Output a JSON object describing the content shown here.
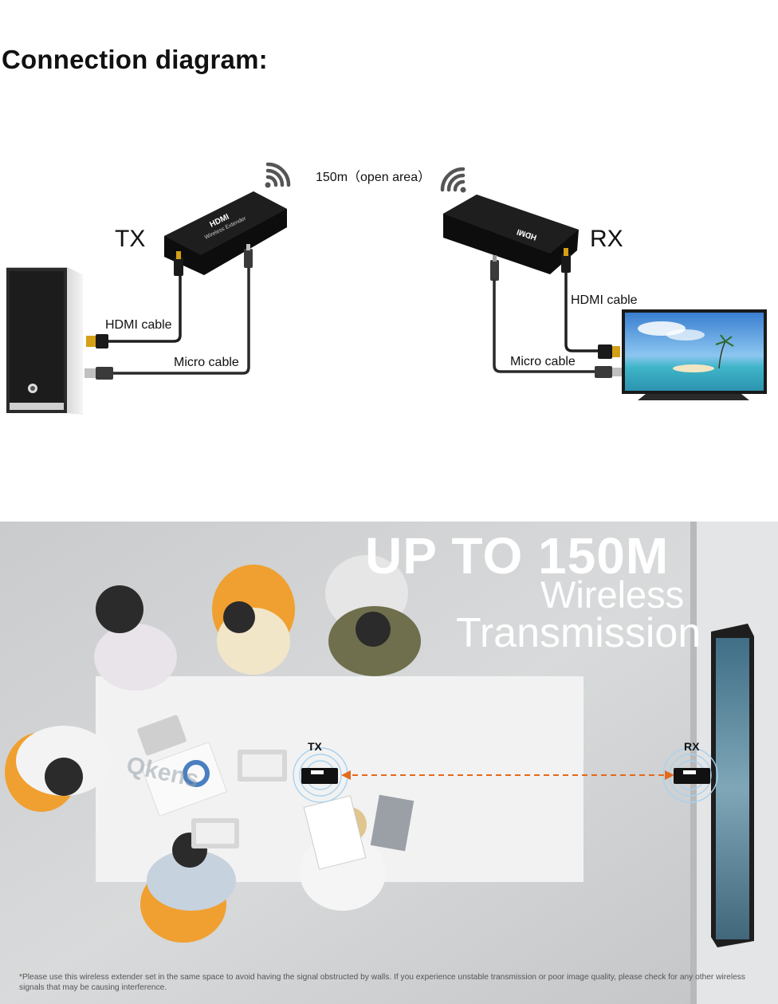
{
  "heading": "Connection diagram:",
  "diagram": {
    "tx_label": "TX",
    "rx_label": "RX",
    "range_label": "150m（open area）",
    "tx_hdmi_label": "HDMI cable",
    "tx_micro_label": "Micro cable",
    "rx_hdmi_label": "HDMI cable",
    "rx_micro_label": "Micro cable",
    "device_brand": "HDMI",
    "device_model": "Wireless Extender"
  },
  "banner": {
    "headline": "UP TO 150M",
    "line2": "Wireless",
    "line3": "Transmission",
    "tx_tag": "TX",
    "rx_tag": "RX",
    "watermark": "Qkens",
    "footnote": "*Please use this wireless extender set in the same space to avoid having the signal obstructed by walls. If you experience unstable transmission or poor image quality, please check for any other wireless signals that may be causing interference."
  }
}
